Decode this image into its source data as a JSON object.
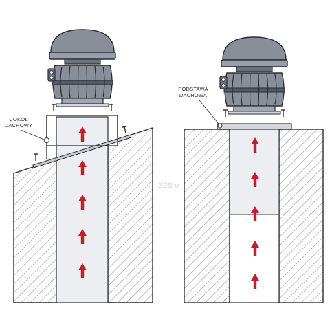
{
  "labels": {
    "left": {
      "line1": "COKÓŁ",
      "line2": "DACHOWY"
    },
    "right": {
      "line1": "PODSTAWA",
      "line2": "DACHOWA"
    }
  },
  "watermark": "B2B.p",
  "colors": {
    "outline": "#2a2d36",
    "fan_body": "#8a8e99",
    "fan_dark": "#555a66",
    "fan_light": "#a3a7b1",
    "arrow": "#c0202a",
    "hatch": "#6e7280",
    "shaft": "#eceef2"
  },
  "icons": [
    "fan-hood-icon",
    "arrow-up-icon",
    "screw-icon"
  ]
}
